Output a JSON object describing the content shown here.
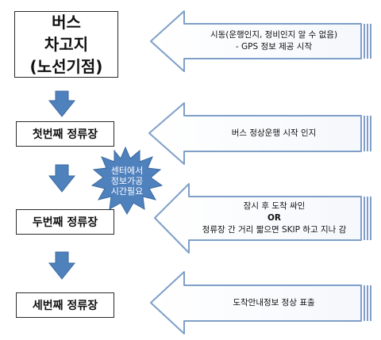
{
  "depot": {
    "lines": [
      "버스",
      "차고지",
      "(노선기점)"
    ]
  },
  "stops": [
    {
      "label": "첫번째 정류장"
    },
    {
      "label": "두번째 정류장"
    },
    {
      "label": "세번째 정류장"
    }
  ],
  "arrows": [
    {
      "lines": [
        "시동(운행인지, 정비인지 알 수 없음)",
        "- GPS 정보 제공 시작"
      ]
    },
    {
      "lines": [
        "버스 정상운행 시작 인지"
      ]
    },
    {
      "lines": [
        "잠시 후 도착 싸인",
        "OR",
        "정류장 간 거리 짧으면 SKIP 하고 지나 감"
      ]
    },
    {
      "lines": [
        "도착안내정보 정상 표출"
      ]
    }
  ],
  "starburst": {
    "lines": [
      "센터에서",
      "정보가공",
      "시간필요"
    ]
  },
  "colors": {
    "down_arrow": "#4f81bd",
    "starburst": "#4f81bd",
    "big_arrow_stroke": "#7f9fc8",
    "big_arrow_fill": "#ffffff",
    "box_border": "#2a2a2a"
  },
  "icons": {
    "down_arrow": "down-arrow-icon",
    "left_arrow": "left-arrow-icon",
    "starburst": "starburst-shape"
  }
}
